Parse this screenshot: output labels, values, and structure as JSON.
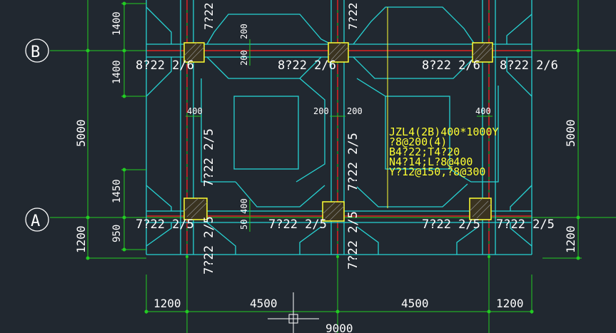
{
  "grid_labels": {
    "b": "B",
    "a": "A"
  },
  "dims_left": {
    "d1400_top": "1400",
    "d1400_bot": "1400",
    "d5000": "5000",
    "d1450": "1450",
    "d950": "950",
    "d1200": "1200"
  },
  "dims_right": {
    "d5000": "5000",
    "d1200": "1200"
  },
  "dims_bottom": {
    "d1200_left": "1200",
    "d4500_left": "4500",
    "d4500_right": "4500",
    "d1200_right": "1200",
    "d9000": "9000"
  },
  "small_dims": {
    "d200_v1": "200",
    "d200_v2": "200",
    "d400_left": "400",
    "d200_h1": "200",
    "d200_h2": "200",
    "d400_right": "400",
    "d400_v": "400",
    "d50": "50"
  },
  "rebar_b": {
    "r1": "8?22 2/6",
    "r2": "8?22 2/6",
    "r3": "8?22 2/6",
    "r4": "8?22 2/6"
  },
  "rebar_a": {
    "r1": "7?22 2/5",
    "r2": "7?22 2/5",
    "r3": "7?22 2/5",
    "r4": "7?22 2/5"
  },
  "rebar_vertical": {
    "top1": "7?22",
    "top2": "7?22",
    "mid1": "7?22 2/5",
    "mid2": "7?22 2/5",
    "bot1": "7?22 2/5",
    "bot2": "7?22 2/5"
  },
  "beam_annotation": {
    "line1": "JZL4(2B)400*1000Y",
    "line2": "?8@200(4)",
    "line3": "B4?22;T4?20",
    "line4": "N4?14;L?8@400",
    "line5": "Y?12@150,?8@300"
  }
}
